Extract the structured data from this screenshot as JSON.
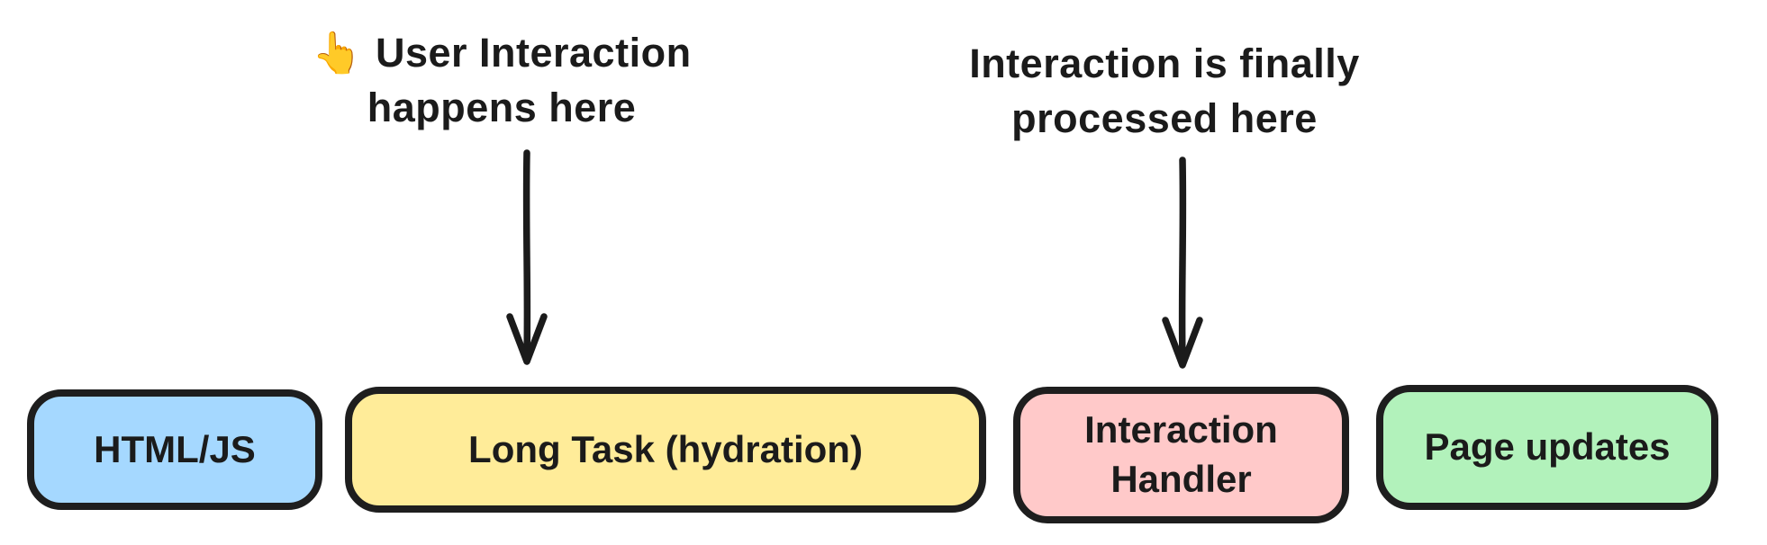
{
  "diagram": {
    "background_color": "#ffffff",
    "stroke_color": "#1e1e1e",
    "annotations": [
      {
        "icon": "👆",
        "icon_name": "backhand-index-pointing-up-icon",
        "lines": [
          "User Interaction",
          "happens here"
        ]
      },
      {
        "lines": [
          "Interaction is finally",
          "processed here"
        ]
      }
    ],
    "boxes": [
      {
        "label": "HTML/JS",
        "color": "#a5d8ff"
      },
      {
        "label": "Long Task (hydration)",
        "color": "#ffec99"
      },
      {
        "label": "Interaction Handler",
        "color": "#ffc9c9"
      },
      {
        "label": "Page updates",
        "color": "#b2f2bb"
      }
    ]
  }
}
